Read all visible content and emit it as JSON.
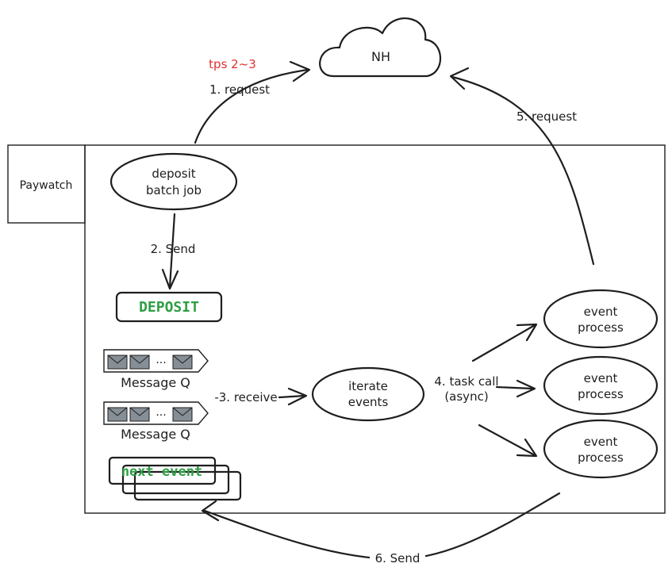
{
  "colors": {
    "node_fill": "#b2f2bb",
    "cloud_fill": "#ced4da",
    "stroke": "#1e1e1e",
    "green_text": "#2f9e44",
    "red_text": "#e03131",
    "envelope_fill": "#868e96",
    "queue_fill": "#dee2e6"
  },
  "boundary": {
    "label": "Paywatch"
  },
  "cloud": {
    "label": "NH"
  },
  "annotation": {
    "tps": "tps 2~3"
  },
  "nodes": {
    "batch_job": {
      "line1": "deposit",
      "line2": "batch job"
    },
    "iterate": {
      "line1": "iterate",
      "line2": "events"
    },
    "event1": {
      "line1": "event",
      "line2": "process"
    },
    "event2": {
      "line1": "event",
      "line2": "process"
    },
    "event3": {
      "line1": "event",
      "line2": "process"
    }
  },
  "boxes": {
    "deposit": "DEPOSIT",
    "next_event": "next event"
  },
  "queues": [
    {
      "label": "Message Q",
      "dots": "···"
    },
    {
      "label": "Message Q",
      "dots": "···"
    }
  ],
  "edges": {
    "request1": "1. request",
    "send2": "2. Send",
    "receive3": "-3. receive",
    "task4_line1": "4. task call",
    "task4_line2": "(async)",
    "request5": "5. request",
    "send6": "6. Send"
  },
  "icons": [
    "arrowhead",
    "envelope-icon",
    "cloud-icon"
  ]
}
